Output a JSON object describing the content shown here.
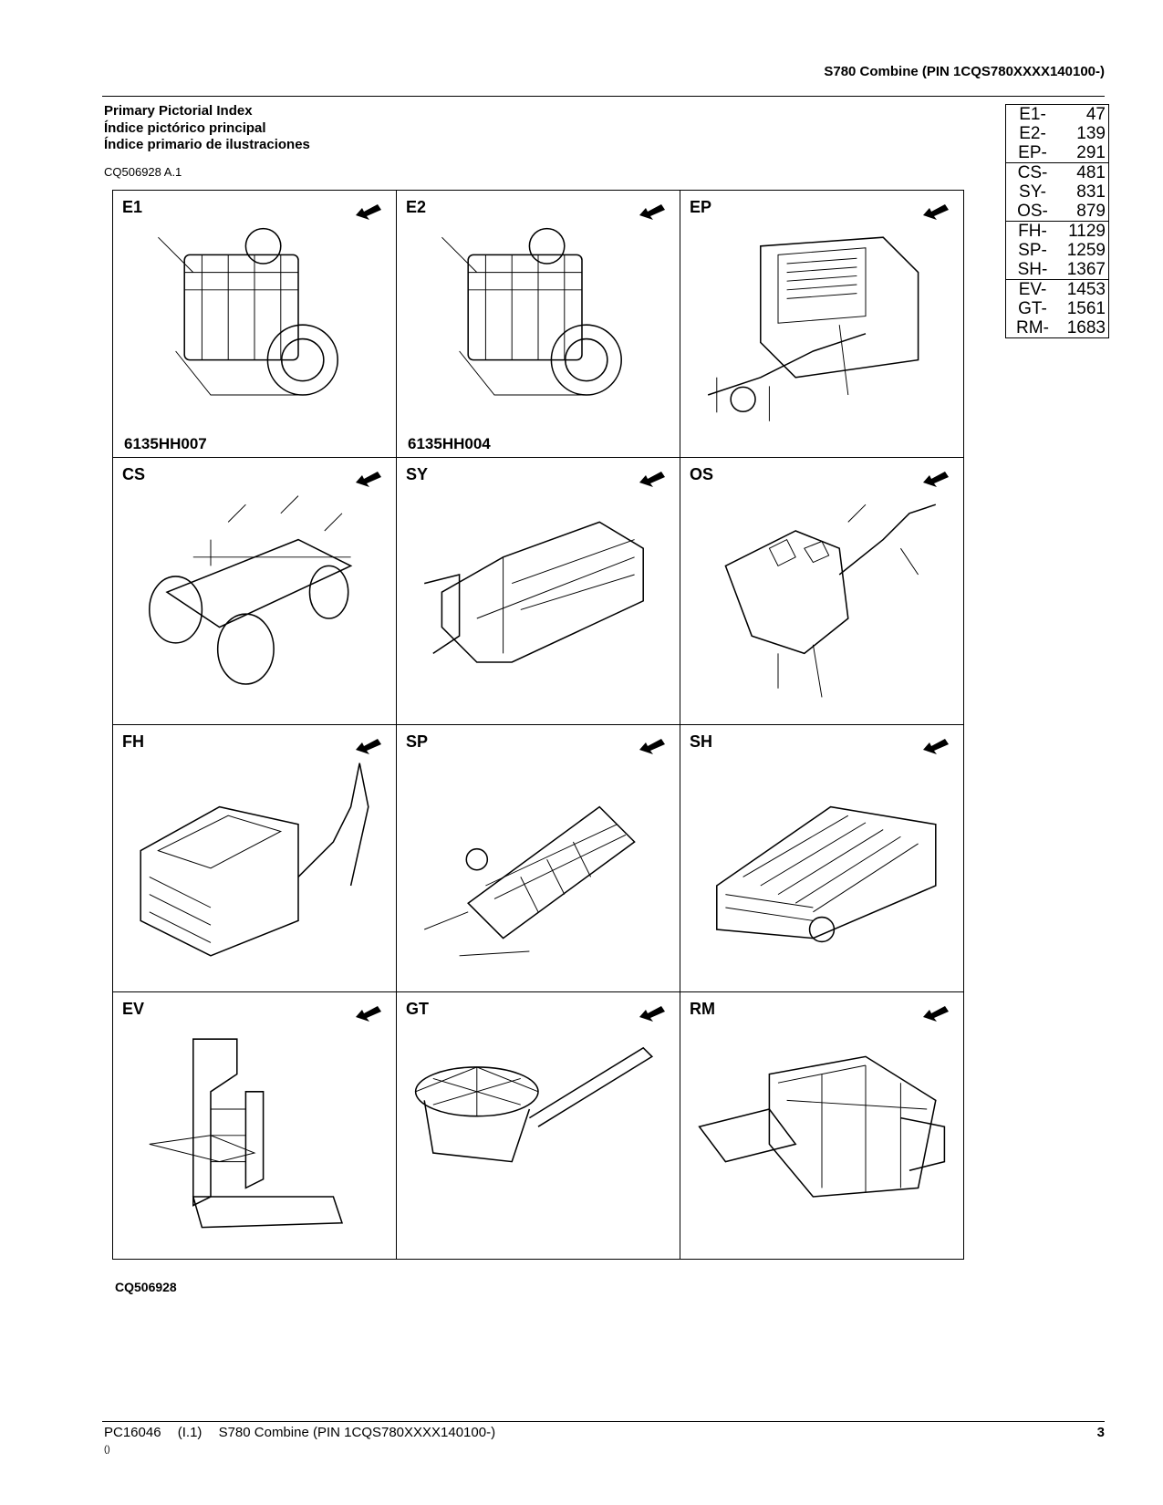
{
  "header": {
    "title": "S780  Combine  (PIN  1CQS780XXXX140100-)"
  },
  "heading": {
    "line1": "Primary Pictorial Index",
    "line2": "Índice pictórico principal",
    "line3": "Índice primario de ilustraciones",
    "code": "CQ506928 A.1"
  },
  "index": {
    "groups": [
      [
        {
          "code": "E1-",
          "page": "47"
        },
        {
          "code": "E2-",
          "page": "139"
        },
        {
          "code": "EP-",
          "page": "291"
        }
      ],
      [
        {
          "code": "CS-",
          "page": "481"
        },
        {
          "code": "SY-",
          "page": "831"
        },
        {
          "code": "OS-",
          "page": "879"
        }
      ],
      [
        {
          "code": "FH-",
          "page": "1129"
        },
        {
          "code": "SP-",
          "page": "1259"
        },
        {
          "code": "SH-",
          "page": "1367"
        }
      ],
      [
        {
          "code": "EV-",
          "page": "1453"
        },
        {
          "code": "GT-",
          "page": "1561"
        },
        {
          "code": "RM-",
          "page": "1683"
        }
      ]
    ]
  },
  "cells": [
    {
      "code": "E1",
      "label": "6135HH007",
      "icon": "engine-icon"
    },
    {
      "code": "E2",
      "label": "6135HH004",
      "icon": "engine-icon"
    },
    {
      "code": "EP",
      "label": "",
      "icon": "engine-platform-icon"
    },
    {
      "code": "CS",
      "label": "",
      "icon": "chassis-icon"
    },
    {
      "code": "SY",
      "label": "",
      "icon": "feeder-frame-icon"
    },
    {
      "code": "OS",
      "label": "",
      "icon": "operator-station-icon"
    },
    {
      "code": "FH",
      "label": "",
      "icon": "feeder-house-icon"
    },
    {
      "code": "SP",
      "label": "",
      "icon": "separator-icon"
    },
    {
      "code": "SH",
      "label": "",
      "icon": "cleaning-shoe-icon"
    },
    {
      "code": "EV",
      "label": "",
      "icon": "elevator-icon"
    },
    {
      "code": "GT",
      "label": "",
      "icon": "grain-tank-icon"
    },
    {
      "code": "RM",
      "label": "",
      "icon": "residue-management-icon"
    }
  ],
  "figure_ref": "CQ506928",
  "footer": {
    "doc": "PC16046",
    "section": "(I.1)",
    "title": "S780 Combine (PIN 1CQS780XXXX140100-)",
    "sub": "()",
    "page": "3"
  }
}
